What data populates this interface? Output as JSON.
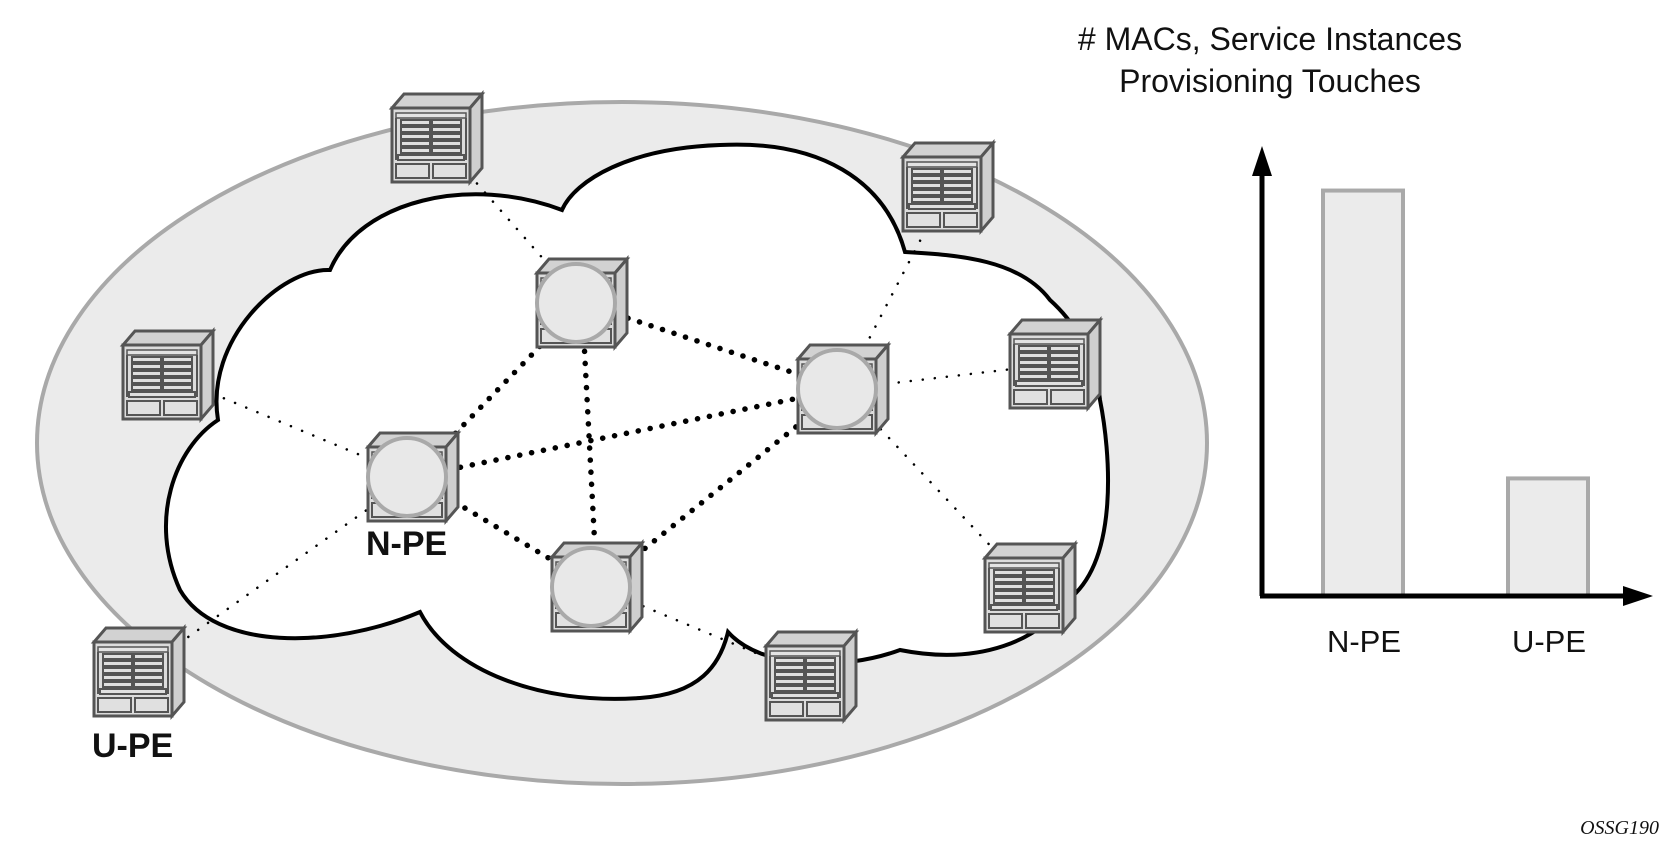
{
  "figure_id": "OSSG190",
  "diagram": {
    "labels": {
      "n_pe": "N-PE",
      "u_pe": "U-PE"
    },
    "core_nodes": [
      "n-pe-top",
      "n-pe-left",
      "n-pe-right",
      "n-pe-bottom"
    ],
    "edge_nodes": [
      "u-pe-top",
      "u-pe-top-right",
      "u-pe-left",
      "u-pe-right",
      "u-pe-bottom-right",
      "u-pe-bottom-left",
      "u-pe-bottom"
    ],
    "core_links": [
      [
        "n-pe-top",
        "n-pe-left"
      ],
      [
        "n-pe-top",
        "n-pe-right"
      ],
      [
        "n-pe-top",
        "n-pe-bottom"
      ],
      [
        "n-pe-left",
        "n-pe-right"
      ],
      [
        "n-pe-left",
        "n-pe-bottom"
      ],
      [
        "n-pe-right",
        "n-pe-bottom"
      ]
    ],
    "access_links": [
      [
        "u-pe-top",
        "n-pe-top"
      ],
      [
        "u-pe-top-right",
        "n-pe-right"
      ],
      [
        "u-pe-left",
        "n-pe-left"
      ],
      [
        "u-pe-right",
        "n-pe-right"
      ],
      [
        "u-pe-bottom-right",
        "n-pe-right"
      ],
      [
        "u-pe-bottom-left",
        "n-pe-left"
      ],
      [
        "u-pe-bottom",
        "n-pe-bottom"
      ]
    ],
    "colors": {
      "ellipse_fill": "#ebebeb",
      "ellipse_stroke": "#a9a9a9",
      "cloud_stroke": "#000000",
      "device_stroke": "#555555",
      "device_fill": "#d8d8d8"
    }
  },
  "chart_data": {
    "type": "bar",
    "title": "# MACs, Service Instances Provisioning Touches",
    "title_lines": [
      "# MACs, Service Instances",
      "Provisioning Touches"
    ],
    "categories": [
      "N-PE",
      "U-PE"
    ],
    "values": [
      100,
      29
    ],
    "xlabel": "",
    "ylabel": "",
    "ylim": [
      0,
      110
    ],
    "grid": false,
    "axis_ticks": false,
    "bar_fill": "#ebebeb",
    "bar_stroke": "#a9a9a9"
  }
}
